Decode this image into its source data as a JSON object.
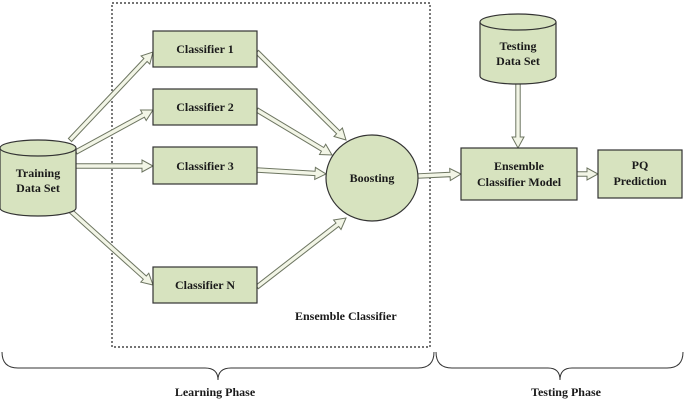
{
  "diagram": {
    "colors": {
      "node_fill": "#d7e3bf",
      "node_stroke": "#333333",
      "arrow_fill": "#f2f5e6"
    },
    "training_db": {
      "line1": "Training",
      "line2": "Data Set"
    },
    "classifiers": [
      {
        "label": "Classifier 1"
      },
      {
        "label": "Classifier 2"
      },
      {
        "label": "Classifier 3"
      },
      {
        "label": "Classifier N"
      }
    ],
    "boosting": {
      "label": "Boosting"
    },
    "ensemble_region": {
      "label": "Ensemble Classifier"
    },
    "testing_db": {
      "line1": "Testing",
      "line2": "Data Set"
    },
    "model": {
      "line1": "Ensemble",
      "line2": "Classifier Model"
    },
    "prediction": {
      "line1": "PQ",
      "line2": "Prediction"
    },
    "phases": {
      "learning": "Learning Phase",
      "testing": "Testing Phase"
    }
  }
}
